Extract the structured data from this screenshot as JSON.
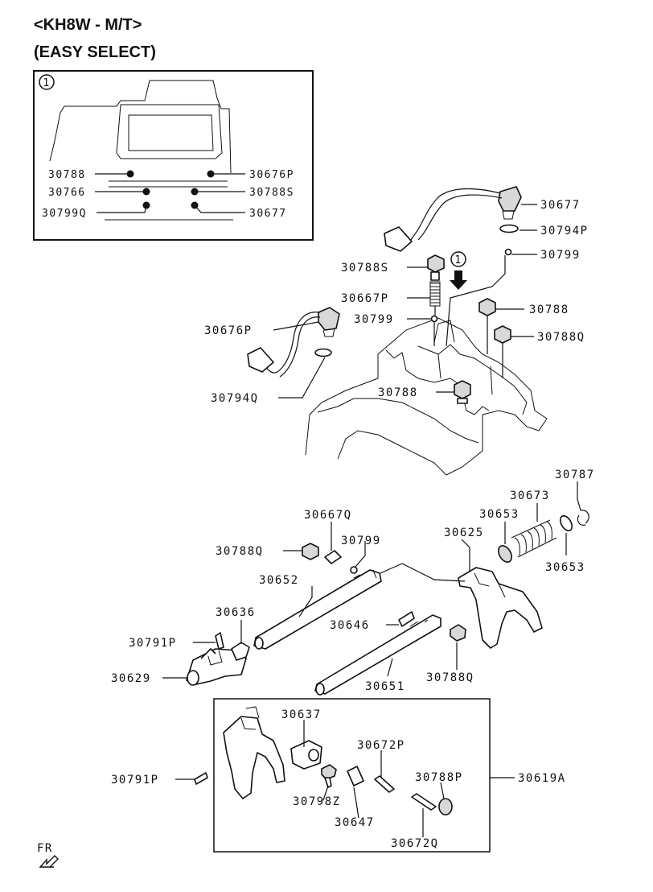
{
  "header": {
    "title_line1": "<KH8W - M/T>",
    "title_line2": "(EASY SELECT)"
  },
  "inset": {
    "marker": "1",
    "labels_left": [
      "30788",
      "30766",
      "30799Q"
    ],
    "labels_right": [
      "30676P",
      "30788S",
      "30677"
    ]
  },
  "callout_marker": "1",
  "parts": {
    "p30677": "30677",
    "p30794P": "30794P",
    "p30799_top": "30799",
    "p30788S": "30788S",
    "p30667P": "30667P",
    "p30799_mid": "30799",
    "p30676P": "30676P",
    "p30788_a": "30788",
    "p30788Q_a": "30788Q",
    "p30794Q": "30794Q",
    "p30788_b": "30788",
    "p30787": "30787",
    "p30673": "30673",
    "p30653_a": "30653",
    "p30625": "30625",
    "p30653_b": "30653",
    "p30667Q": "30667Q",
    "p30799_low": "30799",
    "p30788Q_b": "30788Q",
    "p30652": "30652",
    "p30636": "30636",
    "p30646": "30646",
    "p30791P": "30791P",
    "p30629": "30629",
    "p30788Q_c": "30788Q",
    "p30651": "30651",
    "p30637": "30637",
    "p30672P": "30672P",
    "p30791P_b": "30791P",
    "p30788P": "30788P",
    "p30619A": "30619A",
    "p30798Z": "30798Z",
    "p30647": "30647",
    "p30672Q": "30672Q"
  },
  "footer": {
    "direction_label": "FR"
  }
}
